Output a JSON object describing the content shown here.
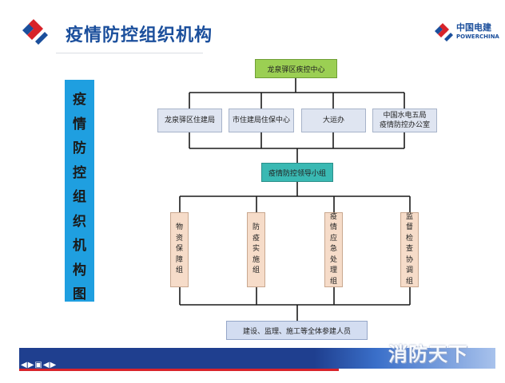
{
  "header": {
    "title": "疫情防控组织机构",
    "brand_cn": "中国电建",
    "brand_en": "POWERCHINA"
  },
  "side_title": [
    "疫",
    "情",
    "防",
    "控",
    "组",
    "织",
    "机",
    "构",
    "图"
  ],
  "org": {
    "top": "龙泉驿区疾控中心",
    "level2": [
      [
        "龙泉驿区住建局"
      ],
      [
        "市住建局住保中心"
      ],
      [
        "大运办"
      ],
      [
        "中国水电五局",
        "疫情防控办公室"
      ]
    ],
    "middle": "疫情防控领导小组",
    "level4": [
      [
        "物",
        "资",
        "保",
        "障",
        "组"
      ],
      [
        "防",
        "疫",
        "实",
        "施",
        "组"
      ],
      [
        "疫",
        "情",
        "应",
        "急",
        "处",
        "理",
        "组"
      ],
      [
        "监",
        "督",
        "检",
        "查",
        "协",
        "调",
        "组"
      ]
    ],
    "bottom": "建设、监理、施工等全体参建人员"
  },
  "footer": {
    "nav": "◀▶▣◀▶",
    "watermark": "消防天下"
  },
  "colors": {
    "title": "#1b4f9c",
    "top_node": "#9bcf53",
    "level2_node": "#dfe5f1",
    "middle_node": "#3ab9b3",
    "level4_node": "#f6dcc9",
    "bottom_node": "#d3ddf1",
    "side_banner": "#1f9fe0",
    "footer_bar": "#1f3f8f",
    "footer_accent": "#d8232a"
  }
}
